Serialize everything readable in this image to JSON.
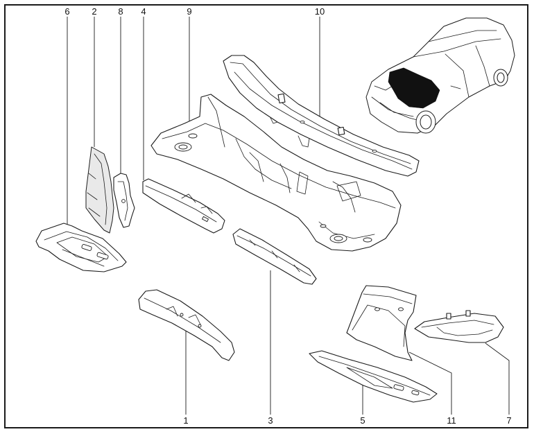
{
  "diagram": {
    "callouts": [
      {
        "id": "6",
        "label": "6"
      },
      {
        "id": "2",
        "label": "2"
      },
      {
        "id": "8",
        "label": "8"
      },
      {
        "id": "4",
        "label": "4"
      },
      {
        "id": "9",
        "label": "9"
      },
      {
        "id": "10",
        "label": "10"
      },
      {
        "id": "1",
        "label": "1"
      },
      {
        "id": "3",
        "label": "3"
      },
      {
        "id": "5",
        "label": "5"
      },
      {
        "id": "11",
        "label": "11"
      },
      {
        "id": "7",
        "label": "7"
      }
    ],
    "colors": {
      "line": "#1a1a1a",
      "highlight": "#111111",
      "background": "#ffffff"
    }
  }
}
